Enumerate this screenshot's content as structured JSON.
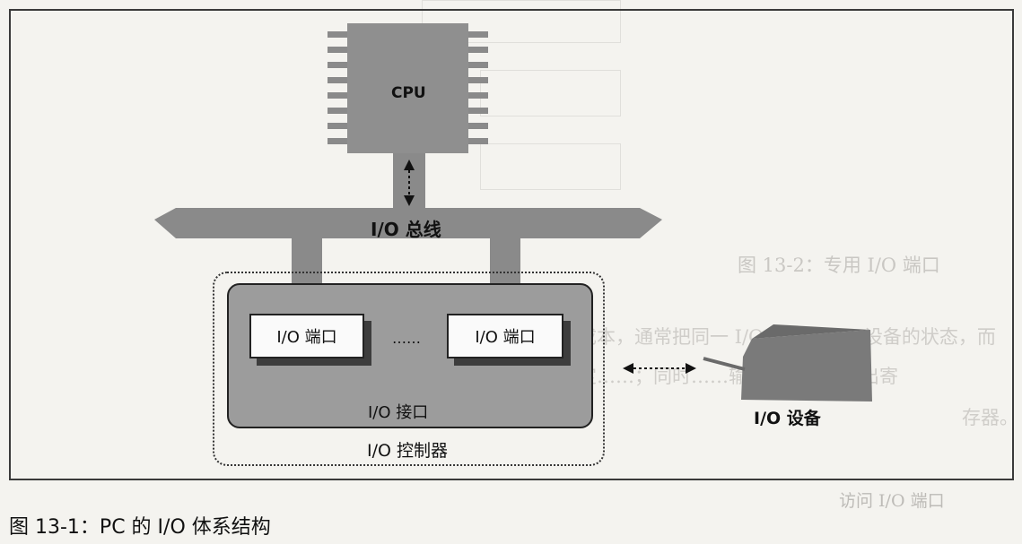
{
  "diagram": {
    "cpu_label": "CPU",
    "bus_label": "I/O 总线",
    "port_left_label": "I/O 端口",
    "port_right_label": "I/O 端口",
    "ellipsis": "……",
    "interface_label": "I/O 接口",
    "controller_label": "I/O 控制器",
    "device_label": "I/O 设备"
  },
  "caption": "图 13-1：PC 的 I/O 体系结构",
  "bleed_through": {
    "fig_caption": "图 13-2：专用 I/O 端口",
    "para_line1": "为了降低成本，通常把同一 I/O 端口与……设备的状态，而",
    "para_line2": "其他位指定……；同时……输入寄存器或输出寄",
    "para_line3": "存器。",
    "section_heading": "访问 I/O 端口"
  },
  "colors": {
    "cpu_fill": "#8f8f8f",
    "bus_fill": "#8a8a8a",
    "interface_fill": "#9c9c9c",
    "port_fill": "#fafafa",
    "device_fill": "#7a7a7a"
  }
}
